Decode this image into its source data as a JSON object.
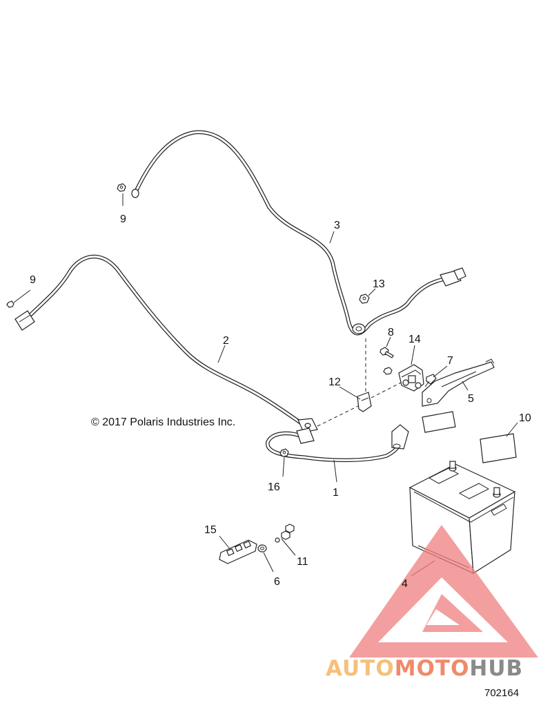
{
  "copyright": "© 2017 Polaris Industries Inc.",
  "figure_number": "702164",
  "watermark": {
    "word_part1": "AUTO",
    "word_part2": "MOTO",
    "word_part3": "HUB",
    "color_light": "#f5c07a",
    "color_mid": "#f08a6a",
    "color_dark": "#8a8a8a",
    "triangle_color": "#f08080"
  },
  "callouts": [
    {
      "id": "c1",
      "label": "1"
    },
    {
      "id": "c2",
      "label": "2"
    },
    {
      "id": "c3",
      "label": "3"
    },
    {
      "id": "c4",
      "label": "4"
    },
    {
      "id": "c5",
      "label": "5"
    },
    {
      "id": "c6",
      "label": "6"
    },
    {
      "id": "c7",
      "label": "7"
    },
    {
      "id": "c8",
      "label": "8"
    },
    {
      "id": "c9a",
      "label": "9"
    },
    {
      "id": "c9b",
      "label": "9"
    },
    {
      "id": "c10",
      "label": "10"
    },
    {
      "id": "c11",
      "label": "11"
    },
    {
      "id": "c12",
      "label": "12"
    },
    {
      "id": "c13",
      "label": "13"
    },
    {
      "id": "c14",
      "label": "14"
    },
    {
      "id": "c15",
      "label": "15"
    },
    {
      "id": "c16",
      "label": "16"
    }
  ]
}
